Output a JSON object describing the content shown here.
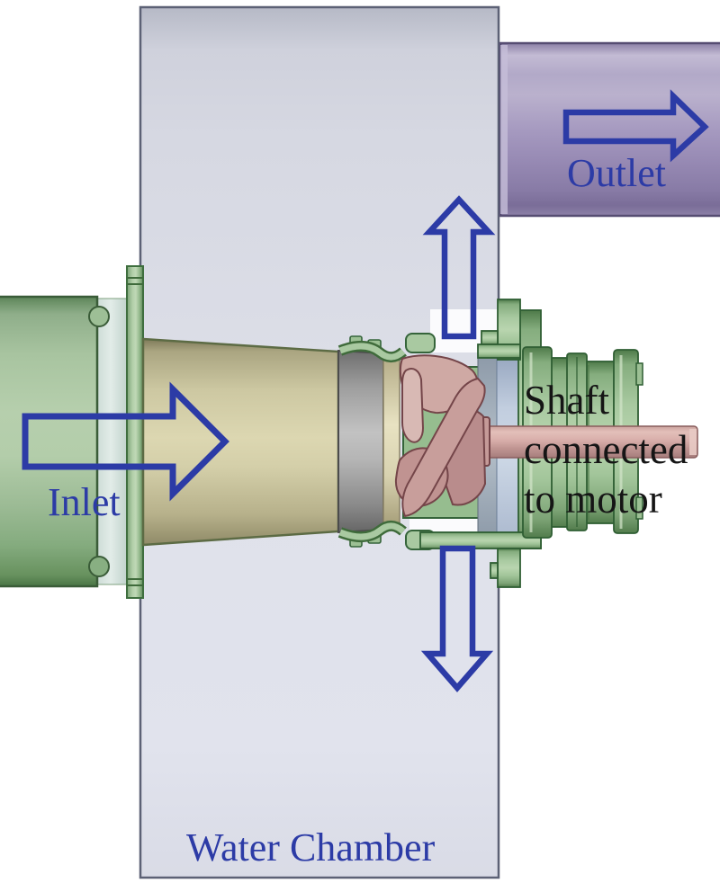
{
  "figure": {
    "labels": {
      "inlet": "Inlet",
      "outlet": "Outlet",
      "water_chamber": "Water Chamber",
      "shaft": "Shaft connected to motor"
    },
    "flow_arrows": [
      {
        "name": "inlet-flow-arrow",
        "direction": "right"
      },
      {
        "name": "outlet-flow-arrow",
        "direction": "right"
      },
      {
        "name": "upward-flow-arrow",
        "direction": "up"
      },
      {
        "name": "downward-flow-arrow",
        "direction": "down"
      }
    ],
    "colors": {
      "accent_blue": "#2c3ba6",
      "chamber_fill": "#dcdee8",
      "outlet_pipe_purple": "#a297bd",
      "inlet_pipe_green": "#a7c5a0",
      "casing_green": "#a3c79b",
      "cone_tan": "#d6d1ab",
      "impeller_pink": "#c79e9c",
      "shaft_pink": "#d3a8a4",
      "label_black": "#151515"
    }
  }
}
